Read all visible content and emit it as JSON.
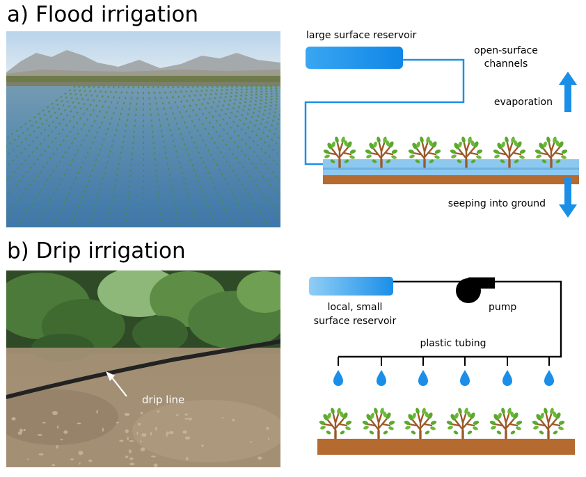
{
  "flood": {
    "title": "a) Flood irrigation",
    "labels": {
      "reservoir": "large surface reservoir",
      "channels_1": "open-surface",
      "channels_2": "channels",
      "evaporation": "evaporation",
      "seeping": "seeping into ground"
    }
  },
  "drip": {
    "title": "b) Drip irrigation",
    "photo_label": "drip line",
    "labels": {
      "reservoir_1": "local, small",
      "reservoir_2": "surface reservoir",
      "pump": "pump",
      "tubing": "plastic tubing"
    }
  },
  "colors": {
    "water": "#1b8fe8",
    "soil": "#b56a2f",
    "leaf": "#5ba82e",
    "trunk": "#9b5a2a"
  },
  "icons": {
    "plant": "tree-icon",
    "drop": "water-drop-icon",
    "pump": "pump-icon",
    "arrow_up": "arrow-up-icon",
    "arrow_down": "arrow-down-icon"
  }
}
